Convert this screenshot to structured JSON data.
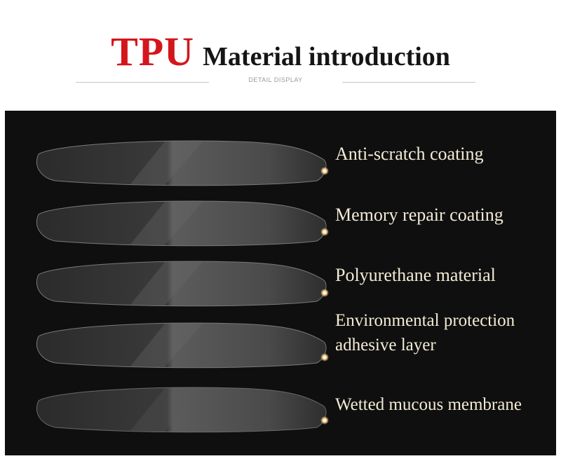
{
  "header": {
    "title_highlight": "TPU",
    "title_rest": "Material introduction",
    "subtitle": "DETAIL DISPLAY",
    "colors": {
      "highlight": "#d4151c",
      "title": "#151515",
      "subtitle": "#9a9a9a"
    }
  },
  "panel": {
    "background": "#0f0f0f",
    "label_color": "#f3ebd5",
    "dot_color": "#f3c98a",
    "layers": [
      {
        "label": "Anti-scratch coating"
      },
      {
        "label": "Memory repair coating"
      },
      {
        "label": "Polyurethane material"
      },
      {
        "label": "Environmental protection adhesive layer"
      },
      {
        "label": "Wetted mucous membrane"
      }
    ]
  }
}
